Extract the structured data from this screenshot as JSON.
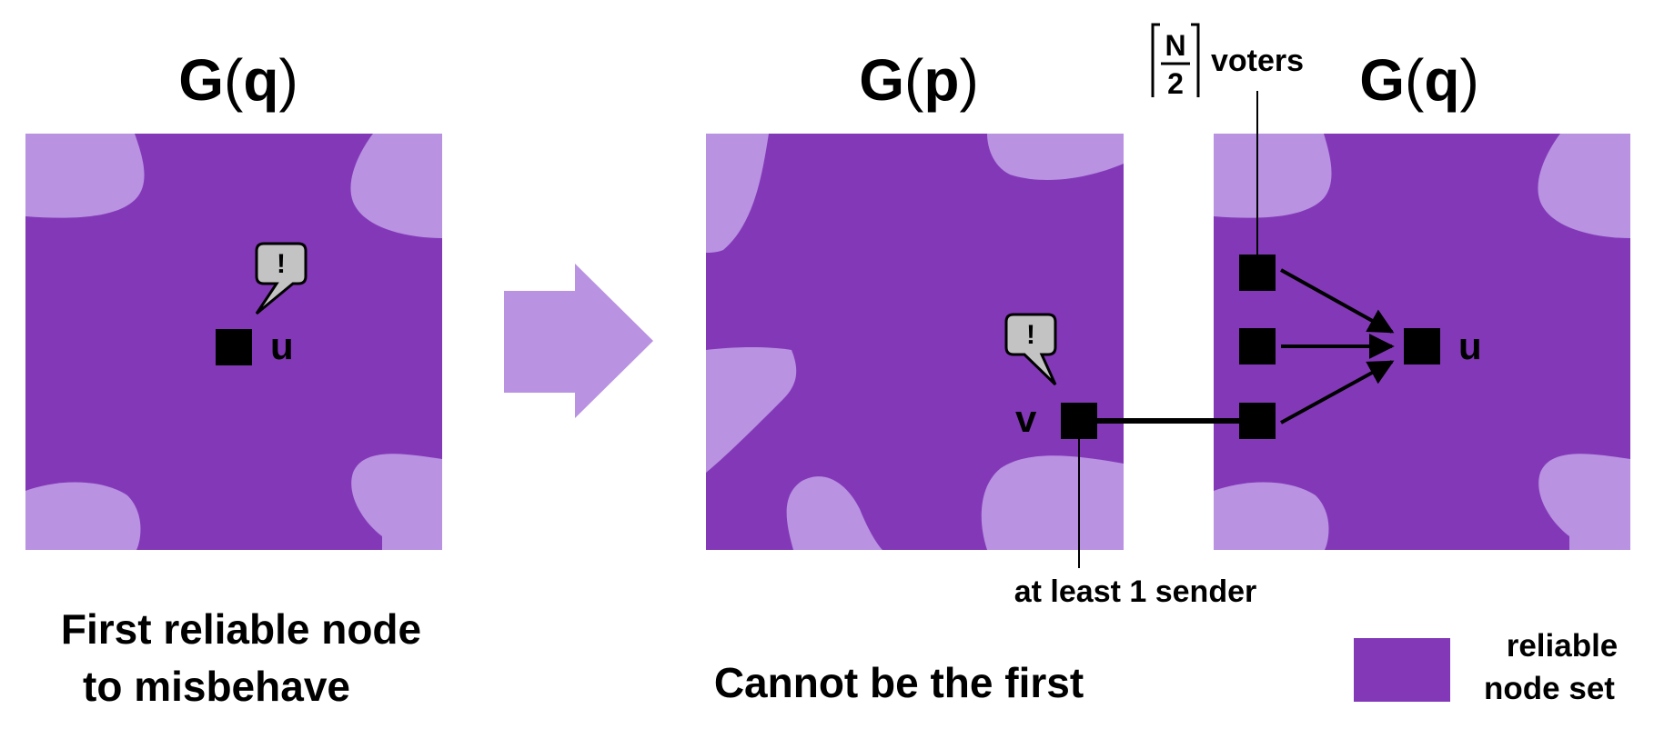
{
  "colors": {
    "reliable": "#8339b7",
    "unreliable": "#b992e2",
    "node": "#000000",
    "bubble": "#c3c3c3",
    "arrow_fill": "#b992e2"
  },
  "panels": {
    "left_title": {
      "prefix": "G",
      "open": "(",
      "var": "q",
      "close": ")"
    },
    "middle_title": {
      "prefix": "G",
      "open": "(",
      "var": "p",
      "close": ")"
    },
    "right_title": {
      "prefix": "G",
      "open": "(",
      "var": "q",
      "close": ")"
    }
  },
  "nodes": {
    "left_u_label": "u",
    "v_label": "v",
    "right_u_label": "u"
  },
  "bubble_mark": "!",
  "annotations": {
    "ceil_numerator": "N",
    "ceil_denominator": "2",
    "voters": "voters",
    "sender": "at least 1 sender"
  },
  "captions": {
    "left_line1": "First reliable node",
    "left_line2": "to misbehave",
    "middle": "Cannot be the first"
  },
  "legend": {
    "line1": "reliable",
    "line2": "node set"
  }
}
